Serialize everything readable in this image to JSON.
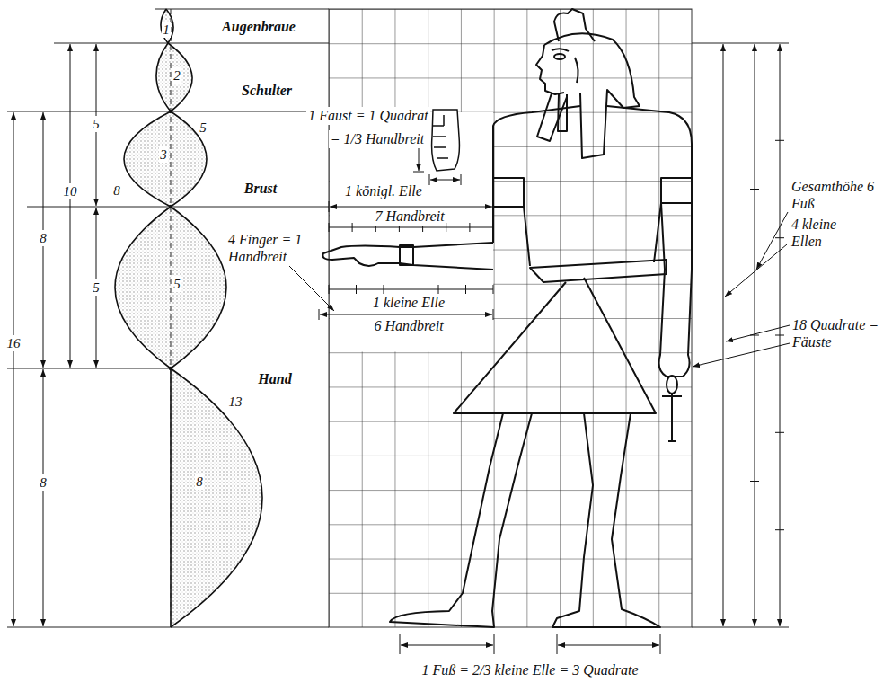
{
  "diagram": {
    "labels": [
      "Augenbraue",
      "Schulter",
      "Brust",
      "Hand",
      "1",
      "2",
      "5",
      "3",
      "8",
      "5",
      "13",
      "8",
      "5",
      "10",
      "8",
      "5",
      "16",
      "8",
      "1 Faust = 1 Quadrat",
      "= 1/3 Handbreit",
      "1 königl. Elle",
      "7 Handbreit",
      "4 Finger = 1 Handbreit",
      "1 kleine Elle",
      "6 Handbreit",
      "Gesamthöhe 6 Fuß",
      "4 kleine Ellen",
      "18 Quadrate = Fäuste",
      "1 Fuß = 2/3 kleine Elle = 3 Quadrate"
    ]
  }
}
